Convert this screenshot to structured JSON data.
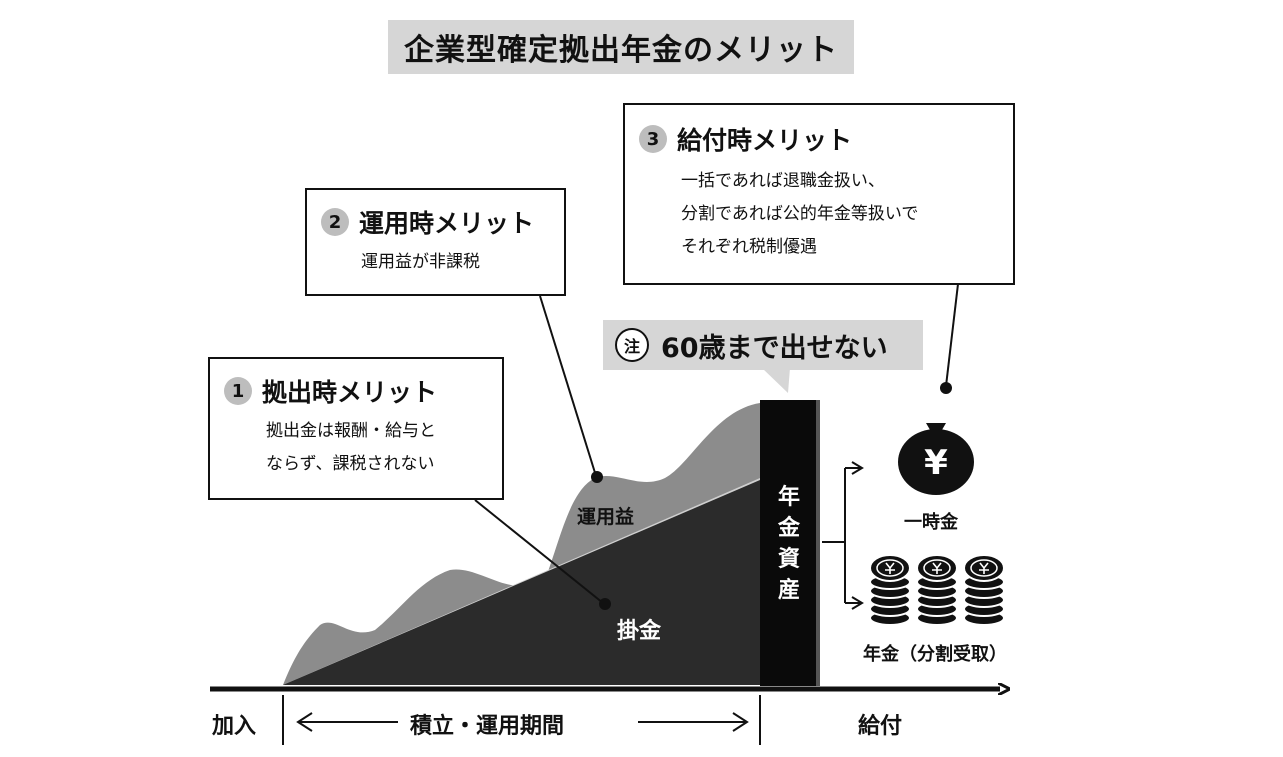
{
  "title": "企業型確定拠出年金のメリット",
  "merits": [
    {
      "number": "1",
      "title": "拠出時メリット",
      "lines": [
        "拠出金は報酬・給与と",
        "ならず、課税されない"
      ]
    },
    {
      "number": "2",
      "title": "運用時メリット",
      "lines": [
        "運用益が非課税"
      ]
    },
    {
      "number": "3",
      "title": "給付時メリット",
      "lines": [
        "一括であれば退職金扱い、",
        "分割であれば公的年金等扱いで",
        "それぞれ税制優遇"
      ]
    }
  ],
  "note": {
    "mark": "注",
    "text": "60歳まで出せない"
  },
  "labels": {
    "investment_gain": "運用益",
    "contributions": "掛金",
    "pension_assets": [
      "年",
      "金",
      "資",
      "産"
    ],
    "lump_sum": "一時金",
    "annuity": "年金（分割受取）",
    "yen_symbol": "¥"
  },
  "timeline": {
    "join": "加入",
    "accumulation": "積立・運用期間",
    "benefit": "給付"
  },
  "colors": {
    "contribution_fill": "#2b2b2b",
    "gain_fill": "#8c8c8c",
    "assets_bar": "#0a0a0a",
    "title_bg": "#d6d6d6",
    "number_badge": "#bdbdbd"
  }
}
